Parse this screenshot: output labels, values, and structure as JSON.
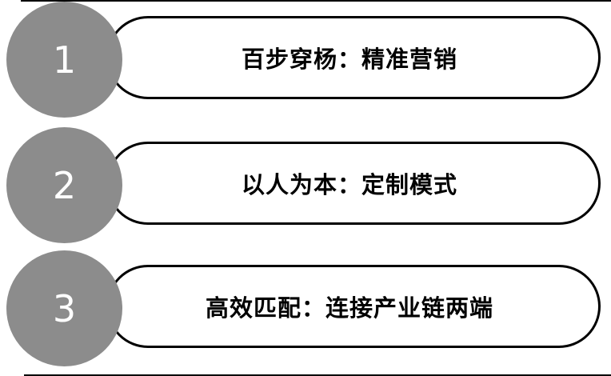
{
  "diagram": {
    "title": "three-step marketing model diagram",
    "items": [
      {
        "number": "1",
        "label": "百步穿杨：精准营销"
      },
      {
        "number": "2",
        "label": "以人为本：定制模式"
      },
      {
        "number": "3",
        "label": "高效匹配：连接产业链两端"
      }
    ],
    "colors": {
      "circle_fill": "#8c8c8c",
      "number_text": "#ffffff",
      "pill_border": "#000000",
      "pill_fill": "#ffffff",
      "label_text": "#000000",
      "background": "#ffffff"
    }
  }
}
